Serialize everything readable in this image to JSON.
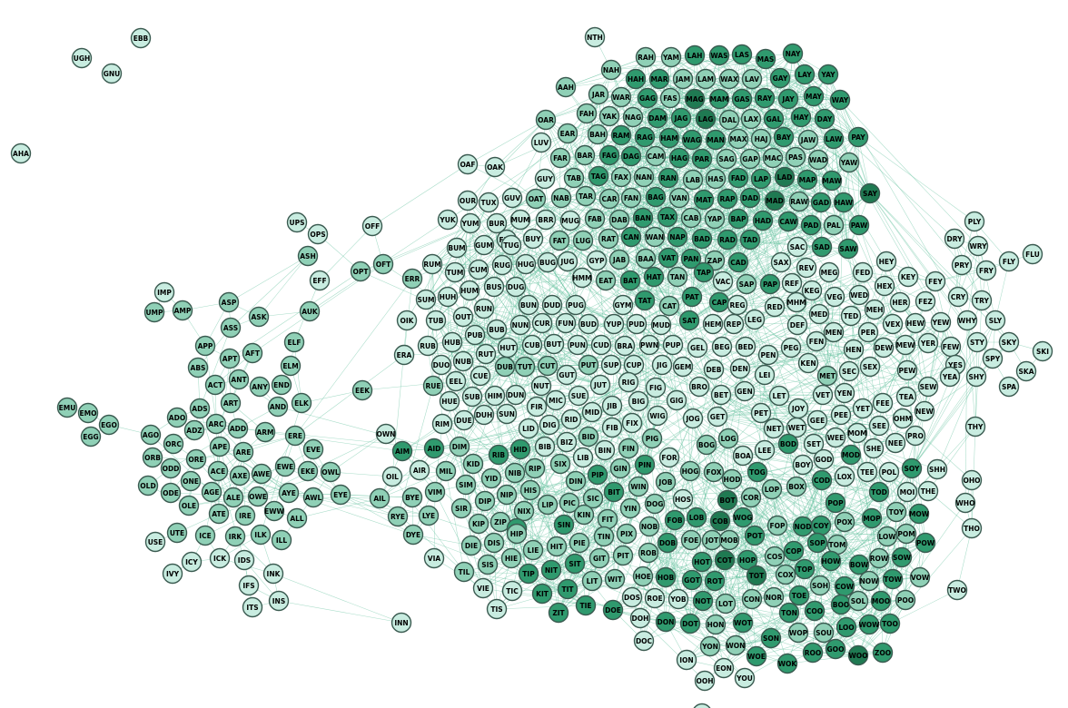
{
  "colors": {
    "background": "#ffffff",
    "edge": "#5fbf9a",
    "node_stroke": "#3a5a50",
    "node_light": "#c8ece0",
    "node_mid": "#8fd0b6",
    "node_dark": "#2f9a6e",
    "node_darkest": "#1f7a52"
  },
  "nodes": [
    "EBB",
    "UGH",
    "GNU",
    "AHA",
    "NTH",
    "UPS",
    "OPS",
    "ASH",
    "EFF",
    "OFF",
    "OPT",
    "OFT",
    "ERR",
    "IMP",
    "UMP",
    "AMP",
    "ASP",
    "ASS",
    "ASK",
    "AUK",
    "APP",
    "APT",
    "AFT",
    "ELF",
    "ABS",
    "ELM",
    "ACT",
    "ANT",
    "ANY",
    "END",
    "ADS",
    "ART",
    "AND",
    "ELK",
    "EEK",
    "EMU",
    "EMO",
    "EGO",
    "EGG",
    "ADO",
    "ADZ",
    "ARC",
    "ADD",
    "ARM",
    "AGO",
    "ORC",
    "APE",
    "ARE",
    "ERE",
    "EVE",
    "ORB",
    "ORE",
    "EWE",
    "EKE",
    "OWL",
    "ODD",
    "ONE",
    "ACE",
    "AXE",
    "AWE",
    "OLD",
    "ODE",
    "AGE",
    "ALE",
    "OWE",
    "AYE",
    "AWL",
    "EYE",
    "OLE",
    "ATE",
    "IRE",
    "EWW",
    "ALL",
    "UTE",
    "ICE",
    "IRK",
    "ILK",
    "ILL",
    "USE",
    "ICY",
    "ICK",
    "IDS",
    "IVY",
    "INK",
    "IFS",
    "ITS",
    "INS",
    "INN",
    "OWN",
    "AIM",
    "AIL",
    "OIL",
    "AIR",
    "BYE",
    "RYE",
    "DYE",
    "LYE",
    "OIK",
    "ERA",
    "AAH",
    "NAH",
    "RAH",
    "YAM",
    "LAH",
    "WAS",
    "LAS",
    "MAS",
    "NAY",
    "LAY",
    "YAY",
    "JAR",
    "HAH",
    "MAR",
    "JAM",
    "LAM",
    "WAX",
    "LAV",
    "GAY",
    "WAR",
    "GAG",
    "FAS",
    "MAG",
    "MAM",
    "GAS",
    "RAY",
    "JAY",
    "MAY",
    "WAY",
    "OAR",
    "FAH",
    "YAK",
    "NAG",
    "DAM",
    "JAG",
    "LAG",
    "DAL",
    "LAX",
    "GAL",
    "HAY",
    "DAY",
    "EAR",
    "BAH",
    "RAM",
    "RAG",
    "HAM",
    "WAG",
    "MAN",
    "MAX",
    "HAJ",
    "BAY",
    "JAW",
    "LAW",
    "PAY",
    "LUV",
    "FAR",
    "BAR",
    "FAG",
    "DAG",
    "CAM",
    "HAG",
    "PAR",
    "SAG",
    "GAP",
    "MAC",
    "PAS",
    "WAD",
    "YAW",
    "OAF",
    "OAK",
    "GUY",
    "TAB",
    "TAG",
    "FAX",
    "NAN",
    "RAN",
    "LAB",
    "HAS",
    "FAD",
    "LAP",
    "LAD",
    "MAP",
    "MAW",
    "SAY",
    "OUR",
    "TUX",
    "GUV",
    "OAT",
    "NAB",
    "TAR",
    "CAR",
    "FAN",
    "BAG",
    "VAN",
    "MAT",
    "RAP",
    "DAD",
    "MAD",
    "RAW",
    "GAD",
    "HAW",
    "YUK",
    "YUM",
    "BUR",
    "MUM",
    "BRR",
    "MUG",
    "FAB",
    "DAB",
    "BAN",
    "TAX",
    "CAB",
    "YAP",
    "BAP",
    "HAD",
    "CAW",
    "PAD",
    "PAL",
    "PAW",
    "FUR",
    "BUY",
    "FAT",
    "LUG",
    "RAT",
    "CAN",
    "WAN",
    "NAP",
    "BAD",
    "RAD",
    "TAD",
    "SAC",
    "SAD",
    "SAW",
    "BUM",
    "GUM",
    "TUG",
    "RUM",
    "RUG",
    "HUG",
    "BUG",
    "JUG",
    "GYP",
    "JAB",
    "BAA",
    "VAT",
    "PAN",
    "ZAP",
    "CAD",
    "SAX",
    "REV",
    "MEG",
    "FED",
    "HEY",
    "KEY",
    "FEY",
    "PLY",
    "DRY",
    "WRY",
    "PRY",
    "FRY",
    "FLY",
    "FLU",
    "TUM",
    "CUM",
    "BUS",
    "DUG",
    "SUM",
    "HUH",
    "HUM",
    "HMM",
    "EAT",
    "BAT",
    "HAT",
    "TAN",
    "TAP",
    "VAC",
    "SAP",
    "PAP",
    "REF",
    "KEG",
    "VEG",
    "WED",
    "HEX",
    "HER",
    "FEZ",
    "CRY",
    "TRY",
    "SLY",
    "STY",
    "SKY",
    "SKI",
    "SPY",
    "SKA",
    "SPA",
    "WHY",
    "BUN",
    "DUD",
    "PUG",
    "GYM",
    "TAT",
    "CAT",
    "PAT",
    "CAP",
    "REG",
    "LEG",
    "RED",
    "MHM",
    "MED",
    "TED",
    "MEH",
    "VEX",
    "HEW",
    "YEW",
    "TUB",
    "OUT",
    "RUN",
    "CUR",
    "FUN",
    "BUD",
    "YUP",
    "PUD",
    "MUD",
    "SAT",
    "HEM",
    "REP",
    "DEF",
    "FEN",
    "MEN",
    "PER",
    "DEW",
    "MEW",
    "YER",
    "FEW",
    "PUB",
    "NUN",
    "BUB",
    "RUB",
    "HUB",
    "NUB",
    "RUT",
    "HUT",
    "CUB",
    "BUT",
    "PUN",
    "CUD",
    "BRA",
    "PWN",
    "PUP",
    "GEL",
    "BEG",
    "BED",
    "PEN",
    "PEG",
    "HEN",
    "YES",
    "SHY",
    "YEA",
    "DUO",
    "DUB",
    "TUT",
    "CUT",
    "PUT",
    "SUP",
    "CUP",
    "JIG",
    "GEM",
    "DEB",
    "DEN",
    "LEI",
    "KEN",
    "MET",
    "SEC",
    "SEX",
    "PEW",
    "SEW",
    "EEL",
    "CUE",
    "GUT",
    "NUT",
    "JUT",
    "RIG",
    "FIG",
    "BRO",
    "GEN",
    "BET",
    "LET",
    "VET",
    "YEN",
    "JOY",
    "TEA",
    "NEW",
    "RUE",
    "SUB",
    "HIM",
    "DUN",
    "MIC",
    "SUE",
    "JIB",
    "BIG",
    "GIG",
    "HUE",
    "FIR",
    "RID",
    "MID",
    "DUH",
    "SUN",
    "DUE",
    "RIM",
    "LID",
    "DIG",
    "FIB",
    "FIX",
    "WIG",
    "JOG",
    "GET",
    "NET",
    "PET",
    "WET",
    "GEE",
    "FEE",
    "YET",
    "PEE",
    "OHM",
    "THY",
    "SEE",
    "MOM",
    "NEE",
    "PRO",
    "SHE",
    "DIM",
    "BIB",
    "BIZ",
    "LIB",
    "BIN",
    "PIG",
    "FOR",
    "LOG",
    "BOA",
    "LEE",
    "BOD",
    "SET",
    "WEE",
    "MOD",
    "AID",
    "MIL",
    "KID",
    "RIB",
    "HID",
    "SIX",
    "RIP",
    "BID",
    "FIN",
    "GIN",
    "PIN",
    "JOB",
    "BOG",
    "FOX",
    "HOD",
    "TOG",
    "BOY",
    "GOD",
    "COD",
    "LOX",
    "TEE",
    "POL",
    "SOY",
    "SHH",
    "OHO",
    "YID",
    "NIB",
    "HIS",
    "DIN",
    "PIP",
    "WIN",
    "HOG",
    "COR",
    "LOP",
    "BOX",
    "MOI",
    "THE",
    "VIM",
    "SIM",
    "DIP",
    "NIP",
    "LIP",
    "PIC",
    "SIC",
    "BIT",
    "DOG",
    "HOS",
    "BOT",
    "POP",
    "TOD",
    "WHO",
    "NIX",
    "KIN",
    "YIN",
    "FOB",
    "LOB",
    "COB",
    "WOG",
    "FOP",
    "NOD",
    "COY",
    "POX",
    "MOP",
    "TOY",
    "MOW",
    "SIR",
    "KIP",
    "ZIP",
    "SIP",
    "SIN",
    "FIT",
    "NOB",
    "PIX",
    "DOB",
    "FOE",
    "JOT",
    "MOB",
    "POT",
    "SOP",
    "TOM",
    "LOW",
    "POM",
    "POW",
    "THO",
    "VIA",
    "DIE",
    "DIS",
    "RIP",
    "HIP",
    "LIE",
    "HIT",
    "PIE",
    "TIN",
    "GIT",
    "PIT",
    "ROB",
    "HOT",
    "COT",
    "HOP",
    "COS",
    "COP",
    "TOP",
    "HOW",
    "BOW",
    "ROW",
    "SOW",
    "VOW",
    "TIL",
    "SIS",
    "HIE",
    "TIP",
    "NIT",
    "SIT",
    "LIT",
    "WIT",
    "HOE",
    "HOB",
    "GOT",
    "ROT",
    "TOT",
    "COX",
    "SOH",
    "COW",
    "NOW",
    "TOW",
    "VIE",
    "TIC",
    "KIT",
    "TIT",
    "DOS",
    "ROE",
    "YOB",
    "NOT",
    "LOT",
    "CON",
    "NOR",
    "TOE",
    "BOO",
    "SOL",
    "MOO",
    "POO",
    "TWO",
    "TIS",
    "ZIT",
    "TIE",
    "DOE",
    "DOH",
    "DON",
    "DOT",
    "HON",
    "WOT",
    "TON",
    "COO",
    "LOO",
    "WOW",
    "TOO",
    "DOC",
    "YON",
    "WON",
    "SON",
    "WOP",
    "SOU",
    "ION",
    "WOE",
    "WOK",
    "ROO",
    "GOO",
    "WOO",
    "ZOO",
    "OOH",
    "EON",
    "YOU"
  ]
}
